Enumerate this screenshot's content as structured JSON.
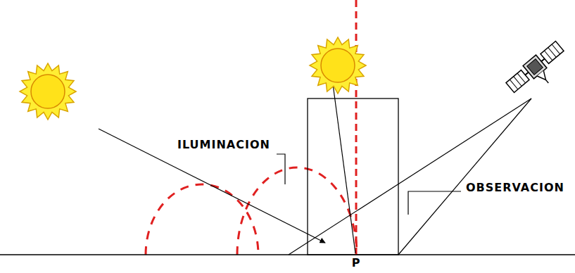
{
  "diagram": {
    "labels": [
      "ILUMINACION",
      "OBSERVACION",
      "P"
    ]
  }
}
